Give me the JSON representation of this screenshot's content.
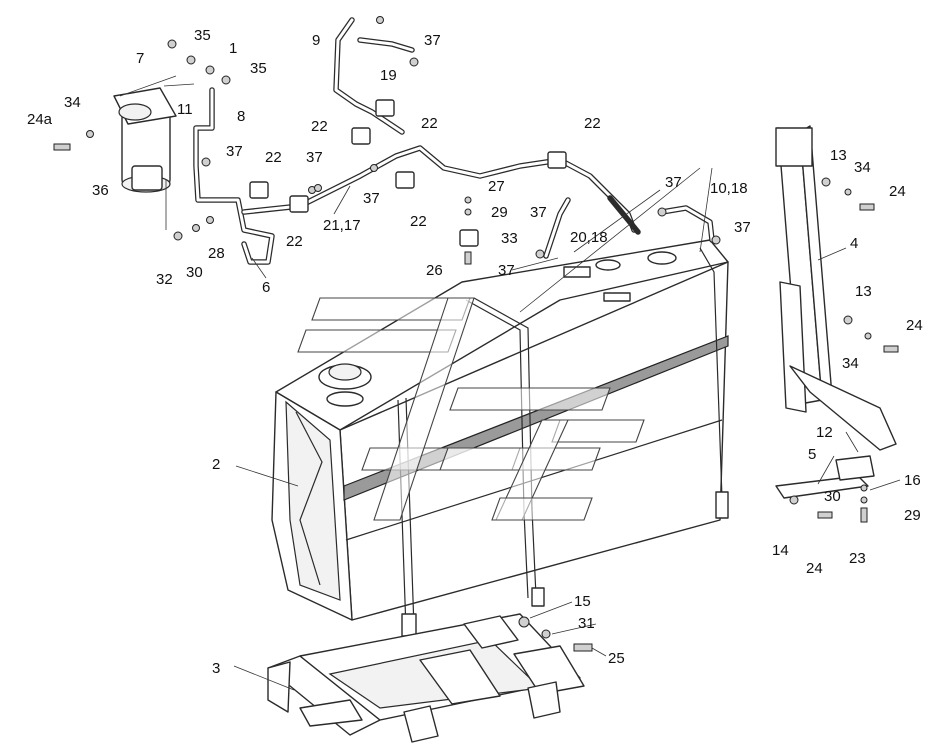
{
  "callouts": [
    "35",
    "1",
    "7",
    "35",
    "34",
    "24a",
    "11",
    "8",
    "36",
    "37",
    "9",
    "19",
    "37",
    "22",
    "22",
    "22",
    "37",
    "22",
    "37",
    "22",
    "21,17",
    "27",
    "29",
    "33",
    "22",
    "26",
    "28",
    "30",
    "32",
    "6",
    "37",
    "37",
    "20,18",
    "37",
    "10,18",
    "37",
    "22",
    "13",
    "34",
    "24",
    "4",
    "13",
    "24",
    "34",
    "2",
    "12",
    "5",
    "16",
    "30",
    "29",
    "14",
    "24",
    "23",
    "15",
    "31",
    "25",
    "3"
  ]
}
